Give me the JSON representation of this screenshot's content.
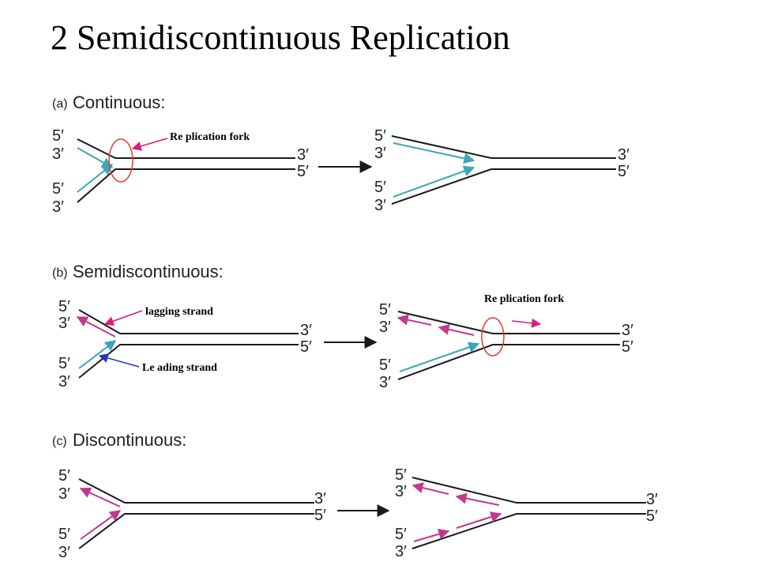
{
  "slide": {
    "title": "2 Semidiscontinuous Replication"
  },
  "panels": {
    "a": {
      "letter": "(a)",
      "name": "Continuous:"
    },
    "b": {
      "letter": "(b)",
      "name": "Semidiscontinuous:"
    },
    "c": {
      "letter": "(c)",
      "name": "Discontinuous:"
    }
  },
  "annotations": {
    "replication_fork_a": "Re plication fork",
    "replication_fork_b": "Re plication fork",
    "lagging_strand": "lagging strand",
    "leading_strand": "Le ading strand"
  },
  "ends": {
    "five_prime": "5′",
    "three_prime": "3′"
  },
  "colors": {
    "strand": "#1a1a1a",
    "leading": "#3aa6b9",
    "lagging": "#c0398b",
    "pointer_magenta": "#e0197d",
    "pointer_blue": "#1f35b8",
    "fork_circle": "#e53b2c"
  }
}
